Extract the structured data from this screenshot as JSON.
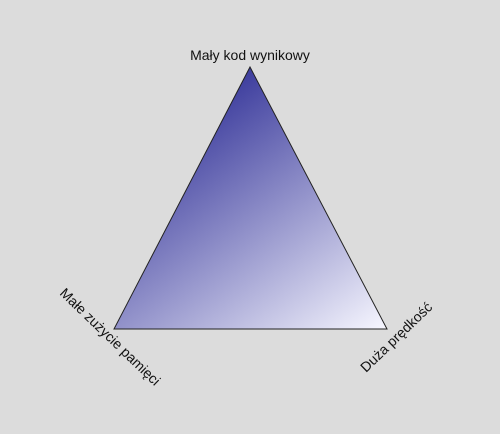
{
  "diagram": {
    "type": "triangle",
    "vertices": {
      "top": "Mały kod wynikowy",
      "bottom_left": "Małe zużycie pamięci",
      "bottom_right": "Duża prędkość"
    },
    "colors": {
      "background": "#dcdcdc",
      "gradient_dark": "#3e3e9e",
      "gradient_light": "#f7f7ff",
      "outline": "#222222"
    }
  }
}
